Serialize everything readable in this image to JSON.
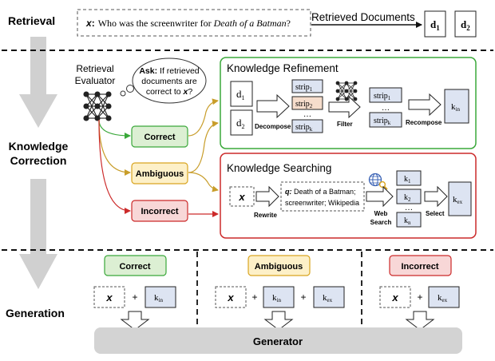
{
  "stages": {
    "retrieval": "Retrieval",
    "knowledge_1": "Knowledge",
    "knowledge_2": "Correction",
    "generation": "Generation"
  },
  "query": {
    "x": "x",
    "colon": ":",
    "prefix": "Who was the screenwriter for ",
    "title": "Death of a Batman",
    "suffix": "?"
  },
  "retrieved": {
    "label": "Retrieved Documents",
    "d1": "d",
    "d1_sub": "1",
    "d2": "d",
    "d2_sub": "2"
  },
  "evaluator": {
    "line1": "Retrieval",
    "line2": "Evaluator",
    "bubble_line1_bold": "Ask:",
    "bubble_line1_rest": " If retrieved",
    "bubble_line2": "documents are",
    "bubble_line3_a": "correct to ",
    "bubble_line3_x": "x",
    "bubble_line3_q": "?"
  },
  "labels": {
    "correct": "Correct",
    "ambiguous": "Ambiguous",
    "incorrect": "Incorrect"
  },
  "refinement": {
    "title": "Knowledge Refinement",
    "doc_d": "d",
    "d1_sub": "1",
    "d2_sub": "2",
    "decompose": "Decompose",
    "filter": "Filter",
    "recompose": "Recompose",
    "strip": "strip",
    "sub1": "1",
    "sub2": "2",
    "subk": "k",
    "ellipsis": "…",
    "k": "k",
    "k_sub": "in"
  },
  "searching": {
    "title": "Knowledge Searching",
    "x": "x",
    "rewrite": "Rewrite",
    "q_label": "q:",
    "q_line1": " Death of a Batman;",
    "q_line2": "screenwriter; Wikipedia",
    "web": "Web",
    "search": "Search",
    "select": "Select",
    "k": "k",
    "sub1": "1",
    "sub2": "2",
    "subn": "n",
    "ellipsis": "…",
    "k_sub": "ex"
  },
  "generation": {
    "correct": "Correct",
    "ambiguous": "Ambiguous",
    "incorrect": "Incorrect",
    "x": "x",
    "plus": "+",
    "k": "k",
    "in": "in",
    "ex": "ex",
    "generator": "Generator"
  },
  "colors": {
    "green_border": "#3aa83a",
    "green_fill": "#dcefd3",
    "yellow_border": "#d9a520",
    "yellow_fill": "#fdf0c8",
    "red_border": "#cc2a2a",
    "red_fill": "#f8d7d7",
    "blue_fill": "#dde4f2",
    "orange_fill": "#f6ddcc",
    "gray_arrow": "#d0d0d0",
    "generator_fill": "#d3d3d3",
    "line_green": "#3aa83a",
    "line_yellow": "#c89d2a",
    "line_red": "#cc2a2a"
  }
}
